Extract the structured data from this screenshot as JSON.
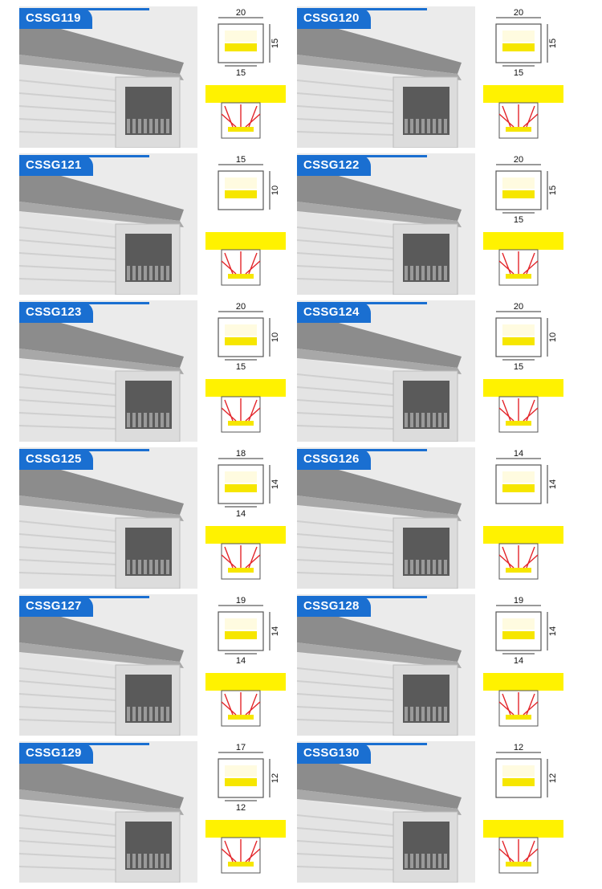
{
  "products": [
    {
      "code": "CSSG119",
      "top_width": "20",
      "bottom_width": "15",
      "height": "15"
    },
    {
      "code": "CSSG120",
      "top_width": "20",
      "bottom_width": "15",
      "height": "15"
    },
    {
      "code": "CSSG121",
      "top_width": "15",
      "bottom_width": "",
      "height": "10"
    },
    {
      "code": "CSSG122",
      "top_width": "20",
      "bottom_width": "15",
      "height": "15"
    },
    {
      "code": "CSSG123",
      "top_width": "20",
      "bottom_width": "15",
      "height": "10"
    },
    {
      "code": "CSSG124",
      "top_width": "20",
      "bottom_width": "15",
      "height": "10"
    },
    {
      "code": "CSSG125",
      "top_width": "18",
      "bottom_width": "14",
      "height": "14"
    },
    {
      "code": "CSSG126",
      "top_width": "14",
      "bottom_width": "",
      "height": "14"
    },
    {
      "code": "CSSG127",
      "top_width": "19",
      "bottom_width": "14",
      "height": "14"
    },
    {
      "code": "CSSG128",
      "top_width": "19",
      "bottom_width": "14",
      "height": "14"
    },
    {
      "code": "CSSG129",
      "top_width": "17",
      "bottom_width": "12",
      "height": "12"
    },
    {
      "code": "CSSG130",
      "top_width": "12",
      "bottom_width": "",
      "height": "12"
    }
  ],
  "colors": {
    "tab": "#1a6fd1",
    "glow": "#fff200",
    "arrow": "#e3262b",
    "profile": "#e6e6e6"
  }
}
